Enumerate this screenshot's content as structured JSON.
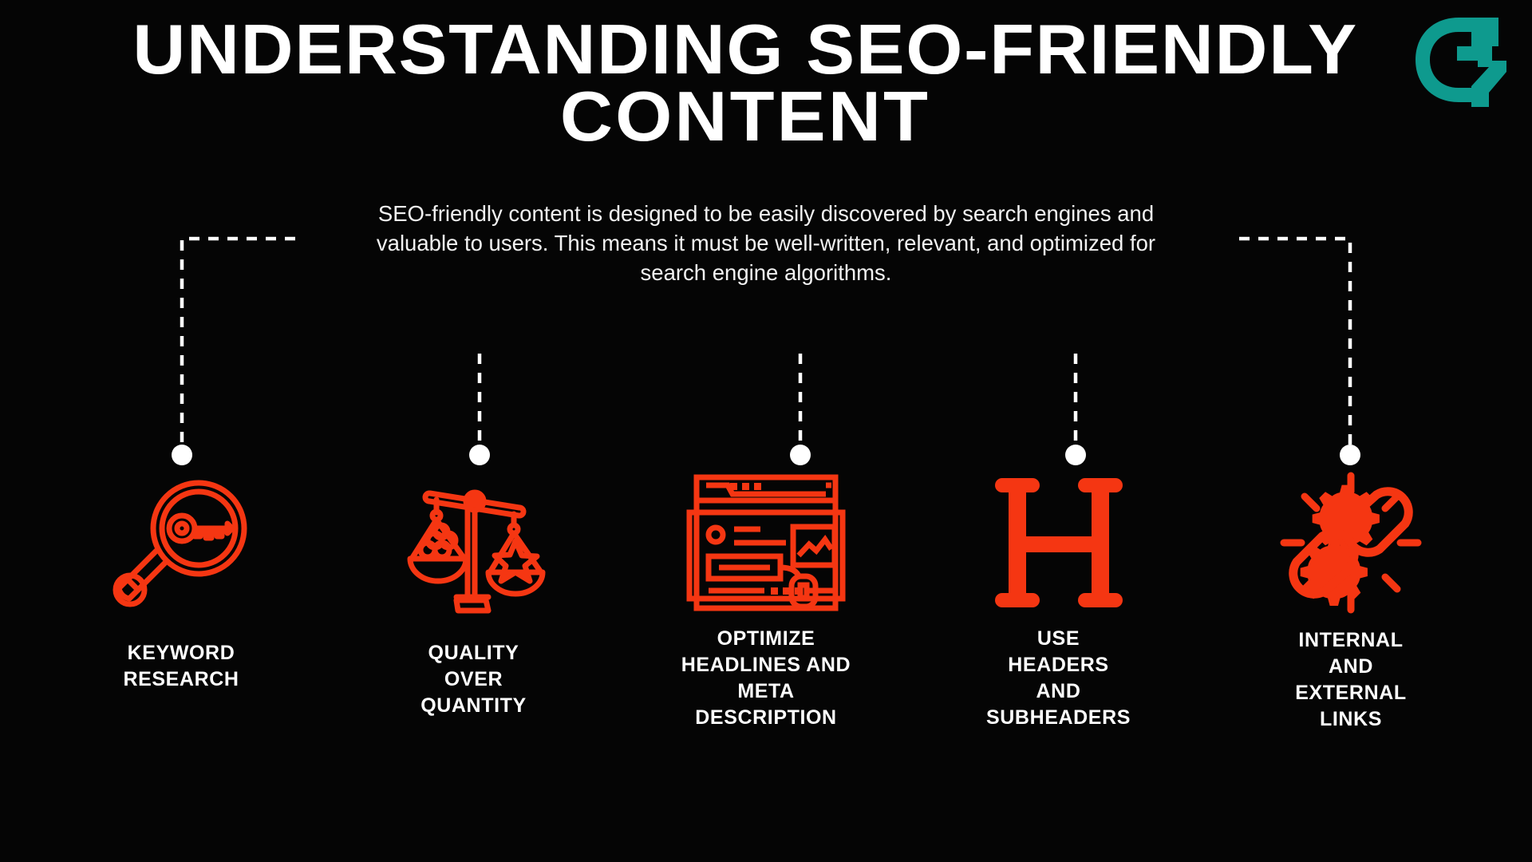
{
  "theme": {
    "background": "#050505",
    "accent_red": "#F53612",
    "logo_teal": "#0E9A8E",
    "text_white": "#FFFFFF"
  },
  "logo": {
    "name": "g7-monogram-logo",
    "color": "#0E9A8E"
  },
  "header": {
    "title_line_1": "UNDERSTANDING SEO-FRIENDLY",
    "title_line_2": "CONTENT",
    "intro": "SEO-friendly content is designed to be easily discovered by search engines and valuable to users. This means it must be well-written, relevant, and optimized for search engine algorithms."
  },
  "steps": [
    {
      "icon": "magnifier-key-icon",
      "label": "KEYWORD\nRESEARCH",
      "connector": "elbow-left"
    },
    {
      "icon": "balance-scale-icon",
      "label": "QUALITY\nOVER\nQUANTITY",
      "connector": "straight"
    },
    {
      "icon": "browser-page-layout-icon",
      "label": "OPTIMIZE\nHEADLINES AND\nMETA\nDESCRIPTION",
      "connector": "straight"
    },
    {
      "icon": "letter-h-heading-icon",
      "label": "USE\nHEADERS\nAND\nSUBHEADERS",
      "connector": "straight"
    },
    {
      "icon": "chain-link-gears-icon",
      "label": "INTERNAL\nAND\nEXTERNAL\nLINKS",
      "connector": "elbow-right"
    }
  ]
}
